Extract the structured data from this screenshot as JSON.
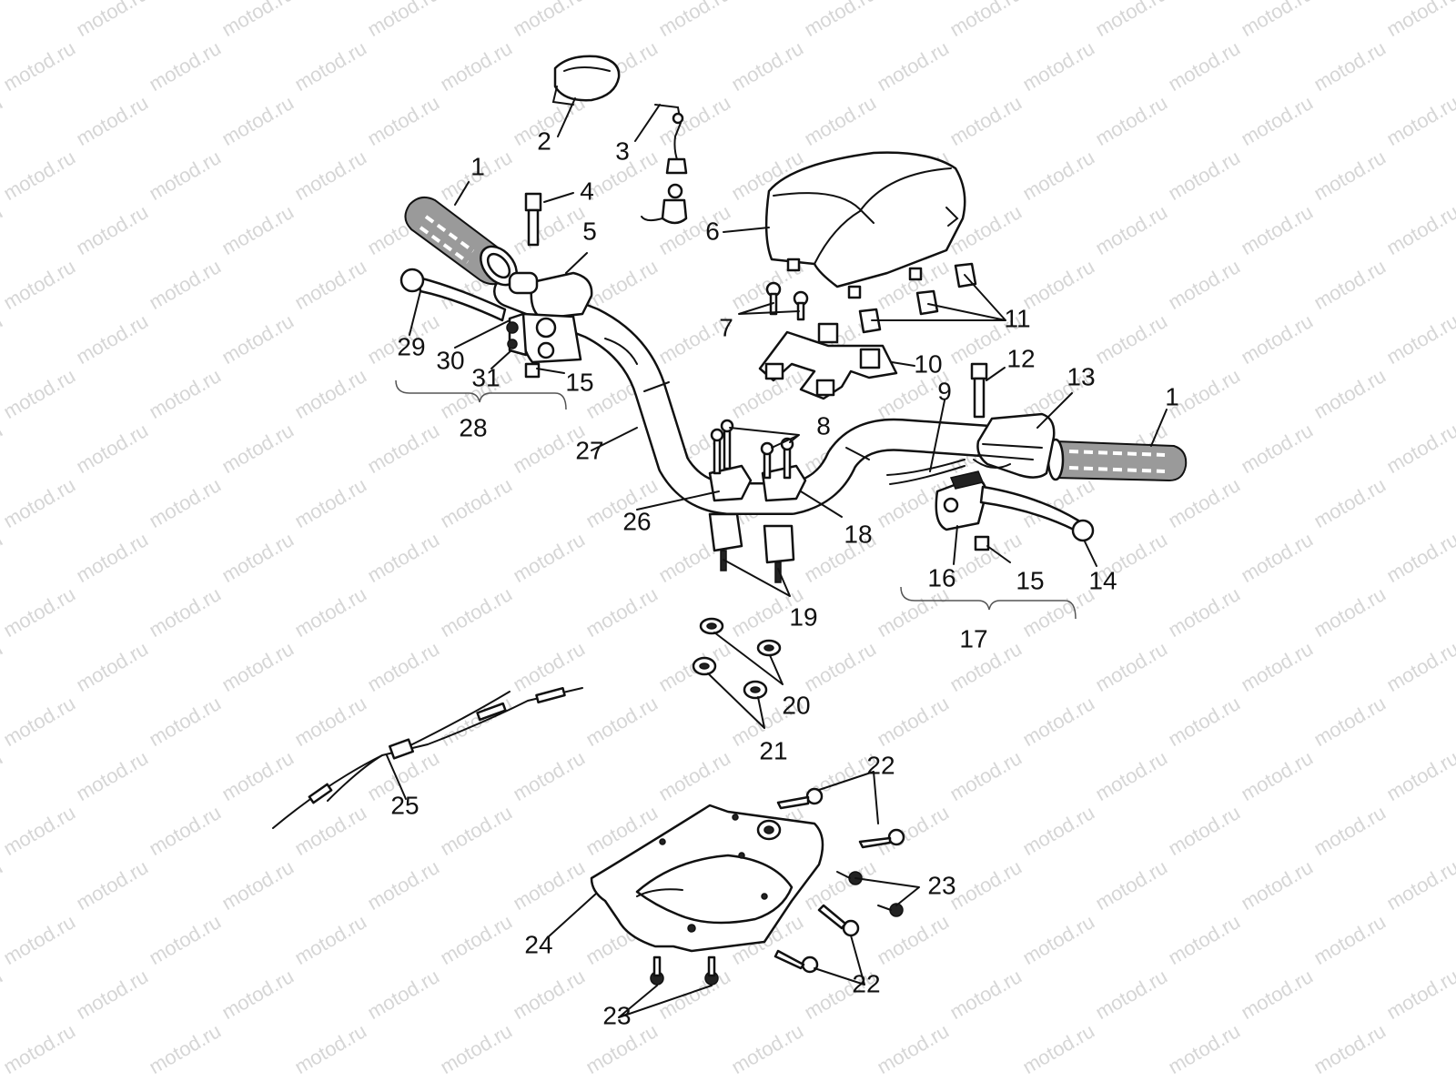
{
  "watermark": "motod.ru",
  "callouts": [
    {
      "id": "1a",
      "text": "1"
    },
    {
      "id": "1b",
      "text": "1"
    },
    {
      "id": "2",
      "text": "2"
    },
    {
      "id": "3",
      "text": "3"
    },
    {
      "id": "4",
      "text": "4"
    },
    {
      "id": "5",
      "text": "5"
    },
    {
      "id": "6",
      "text": "6"
    },
    {
      "id": "7",
      "text": "7"
    },
    {
      "id": "8",
      "text": "8"
    },
    {
      "id": "9",
      "text": "9"
    },
    {
      "id": "10",
      "text": "10"
    },
    {
      "id": "11",
      "text": "11"
    },
    {
      "id": "12",
      "text": "12"
    },
    {
      "id": "13",
      "text": "13"
    },
    {
      "id": "14",
      "text": "14"
    },
    {
      "id": "15a",
      "text": "15"
    },
    {
      "id": "15b",
      "text": "15"
    },
    {
      "id": "16",
      "text": "16"
    },
    {
      "id": "17",
      "text": "17"
    },
    {
      "id": "18",
      "text": "18"
    },
    {
      "id": "19",
      "text": "19"
    },
    {
      "id": "20",
      "text": "20"
    },
    {
      "id": "21",
      "text": "21"
    },
    {
      "id": "22a",
      "text": "22"
    },
    {
      "id": "22b",
      "text": "22"
    },
    {
      "id": "23a",
      "text": "23"
    },
    {
      "id": "23b",
      "text": "23"
    },
    {
      "id": "24",
      "text": "24"
    },
    {
      "id": "25",
      "text": "25"
    },
    {
      "id": "26",
      "text": "26"
    },
    {
      "id": "27",
      "text": "27"
    },
    {
      "id": "28",
      "text": "28"
    },
    {
      "id": "29",
      "text": "29"
    },
    {
      "id": "30",
      "text": "30"
    },
    {
      "id": "31",
      "text": "31"
    }
  ]
}
